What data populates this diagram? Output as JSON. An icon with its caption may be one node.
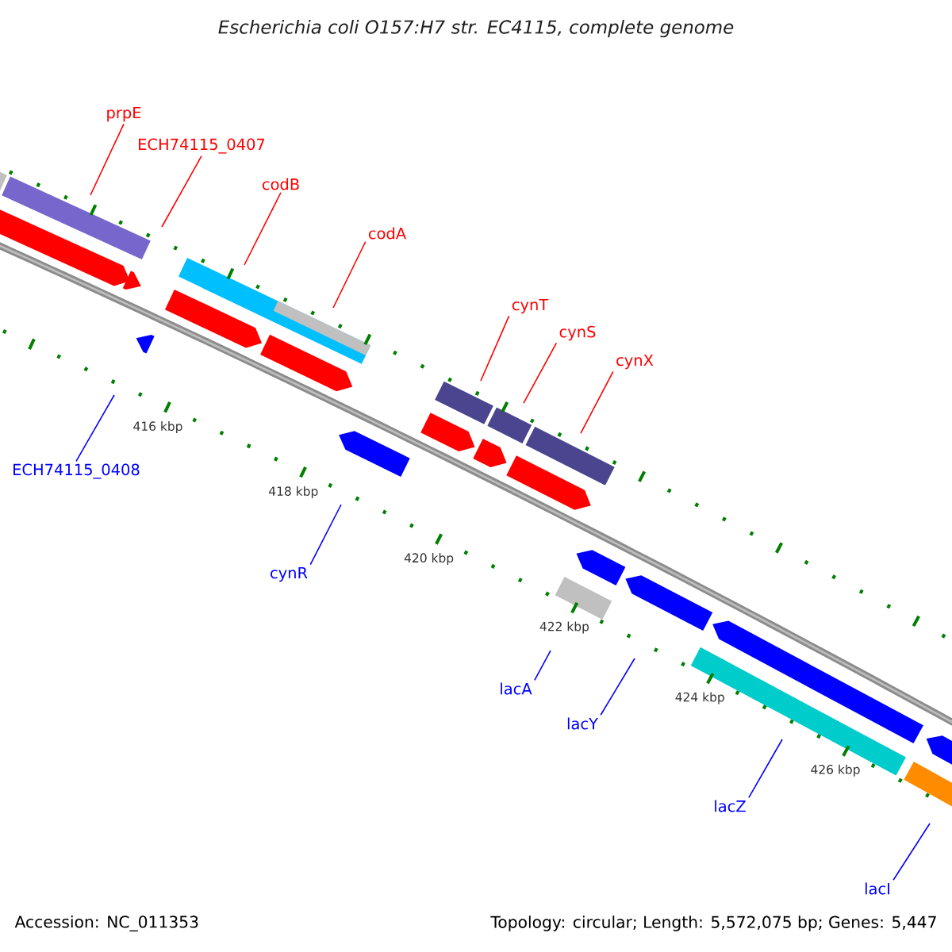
{
  "diagram": {
    "title": "Escherichia coli O157:H7 str. EC4115, complete genome",
    "nodes": [
      {
        "text": [
          "prpE"
        ]
      },
      {
        "text": [
          "ECH74115_0407"
        ]
      },
      {
        "text": [
          "codB"
        ]
      },
      {
        "text": [
          "codA"
        ]
      },
      {
        "text": [
          "cynT"
        ]
      },
      {
        "text": [
          "cynS"
        ]
      },
      {
        "text": [
          "cynX"
        ]
      },
      {
        "text": [
          "ECH74115_0408"
        ]
      },
      {
        "text": [
          "cynR"
        ]
      },
      {
        "text": [
          "lacA"
        ]
      },
      {
        "text": [
          "lacY"
        ]
      },
      {
        "text": [
          "lacZ"
        ]
      },
      {
        "text": [
          "lacI"
        ]
      }
    ],
    "edges": [
      {
        "from": 0,
        "to": null,
        "arrow": "none"
      },
      {
        "from": 1,
        "to": null,
        "arrow": "none"
      },
      {
        "from": 2,
        "to": null,
        "arrow": "none"
      },
      {
        "from": 3,
        "to": null,
        "arrow": "none"
      },
      {
        "from": 4,
        "to": null,
        "arrow": "none"
      },
      {
        "from": 5,
        "to": null,
        "arrow": "none"
      },
      {
        "from": 6,
        "to": null,
        "arrow": "none"
      },
      {
        "from": 7,
        "to": null,
        "arrow": "none",
        "color": "#0000ff"
      },
      {
        "from": 8,
        "to": null,
        "arrow": "none",
        "color": "#0000ff"
      },
      {
        "from": 9,
        "to": null,
        "arrow": "none",
        "color": "#0000ff"
      },
      {
        "from": 10,
        "to": null,
        "arrow": "none",
        "color": "#0000ff"
      },
      {
        "from": 11,
        "to": null,
        "arrow": "none",
        "color": "#0000ff"
      },
      {
        "from": 12,
        "to": null,
        "arrow": "none",
        "color": "#0000ff"
      }
    ],
    "labels": [
      "416 kbp",
      "418 kbp",
      "420 kbp",
      "422 kbp",
      "424 kbp",
      "426 kbp",
      "Accession: NC_011353",
      "Topology: circular; Length: 5,572,075 bp; Genes: 5,447"
    ]
  }
}
